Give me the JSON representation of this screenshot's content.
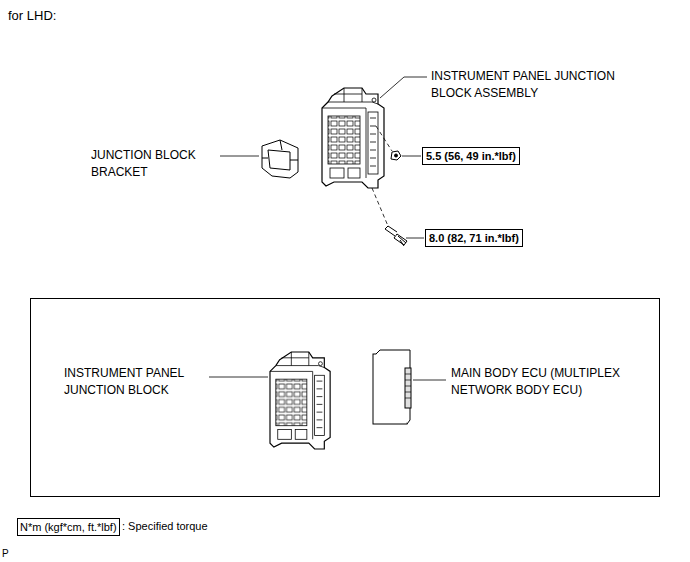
{
  "diagram": {
    "title": "for LHD:",
    "nodes": [
      {
        "text": [
          "5.5 (56, 49 in.*lbf)"
        ]
      },
      {
        "text": [
          "8.0 (82, 71 in.*lbf)"
        ]
      },
      {
        "text": [
          "INSTRUMENT PANEL JUNCTION BLOCK",
          "MAIN BODY ECU (MULTIPLEX NETWORK BODY ECU)"
        ]
      },
      {
        "text": [
          "N*m (kgf*cm, ft.*lbf)"
        ]
      }
    ],
    "labels": [
      "INSTRUMENT PANEL JUNCTION BLOCK ASSEMBLY",
      "JUNCTION BLOCK BRACKET",
      ": Specified torque",
      "P"
    ]
  }
}
